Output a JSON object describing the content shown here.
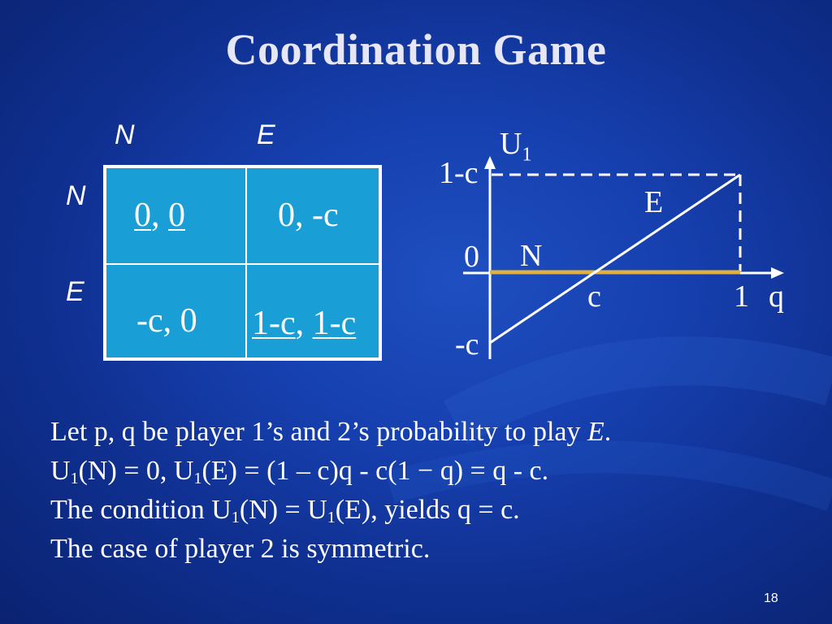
{
  "slide": {
    "title": "Coordination Game",
    "page_number": "18"
  },
  "matrix": {
    "col_labels": [
      "N",
      "E"
    ],
    "row_labels": [
      "N",
      "E"
    ],
    "cells": {
      "nn": [
        "0",
        ", ",
        "0"
      ],
      "ne": "0, -c",
      "en": "-c, 0",
      "ee": [
        "1-c",
        ", ",
        "1-c"
      ]
    }
  },
  "graph": {
    "y_axis_label": "U",
    "y_axis_sub": "1",
    "x_axis_label": "q",
    "tick_top": "1-c",
    "tick_zero": "0",
    "tick_bottom": "-c",
    "tick_c": "c",
    "tick_one": "1",
    "line_E_label": "E",
    "line_N_label": "N",
    "colors": {
      "N_line": "#e0b040",
      "E_line": "#ffffff"
    }
  },
  "text": {
    "line1_a": "Let p, q be player 1’s and 2’s probability to play ",
    "line1_it": "E",
    "line1_b": ".",
    "line2_a": "U",
    "line2_s1": "1",
    "line2_b": "(N) = 0, U",
    "line2_s2": "1",
    "line2_c": "(E) = (1 – c)q - c(1 − q) = q - c.",
    "line3_a": "The condition U",
    "line3_s1": "1",
    "line3_b": "(N) = U",
    "line3_s2": "1",
    "line3_c": "(E), yields q = c.",
    "line4": "The case of player 2 is symmetric."
  }
}
